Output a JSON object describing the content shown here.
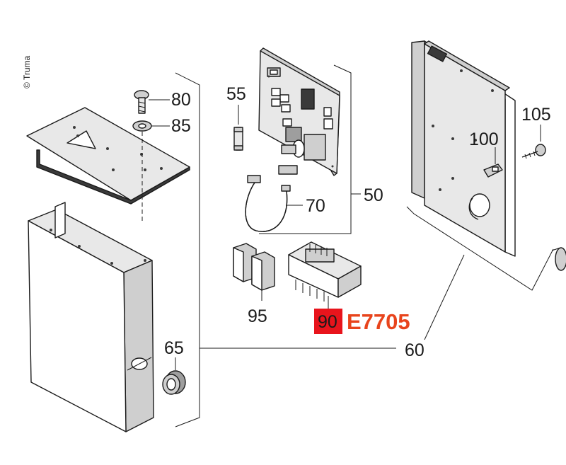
{
  "copyright": "© Truma",
  "parts": [
    {
      "id": "p80",
      "label": "80"
    },
    {
      "id": "p85",
      "label": "85"
    },
    {
      "id": "p55",
      "label": "55"
    },
    {
      "id": "p50",
      "label": "50"
    },
    {
      "id": "p70",
      "label": "70"
    },
    {
      "id": "p95",
      "label": "95"
    },
    {
      "id": "p90",
      "label": "90"
    },
    {
      "id": "p65",
      "label": "65"
    },
    {
      "id": "p60",
      "label": "60"
    },
    {
      "id": "p100",
      "label": "100"
    },
    {
      "id": "p105",
      "label": "105"
    }
  ],
  "highlight": {
    "part": "90",
    "code": "E7705",
    "box_color": "#e8141c",
    "code_color": "#e8441c"
  }
}
